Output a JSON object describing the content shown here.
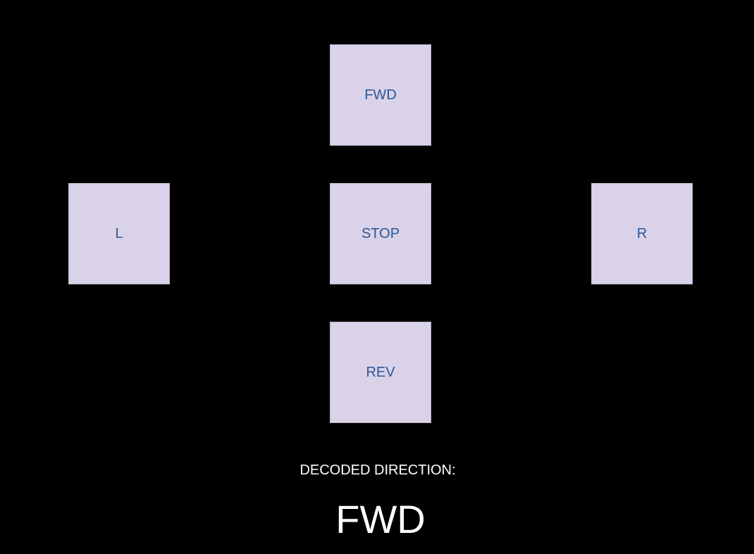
{
  "colors": {
    "background": "#000000",
    "button_fill": "#d9d2e9",
    "button_text": "#2b5797",
    "decoded_text": "#ffffff"
  },
  "pad": {
    "forward_label": "FWD",
    "stop_label": "STOP",
    "reverse_label": "REV",
    "left_label": "L",
    "right_label": "R"
  },
  "decoded": {
    "label": "DECODED DIRECTION:",
    "value": "FWD"
  }
}
